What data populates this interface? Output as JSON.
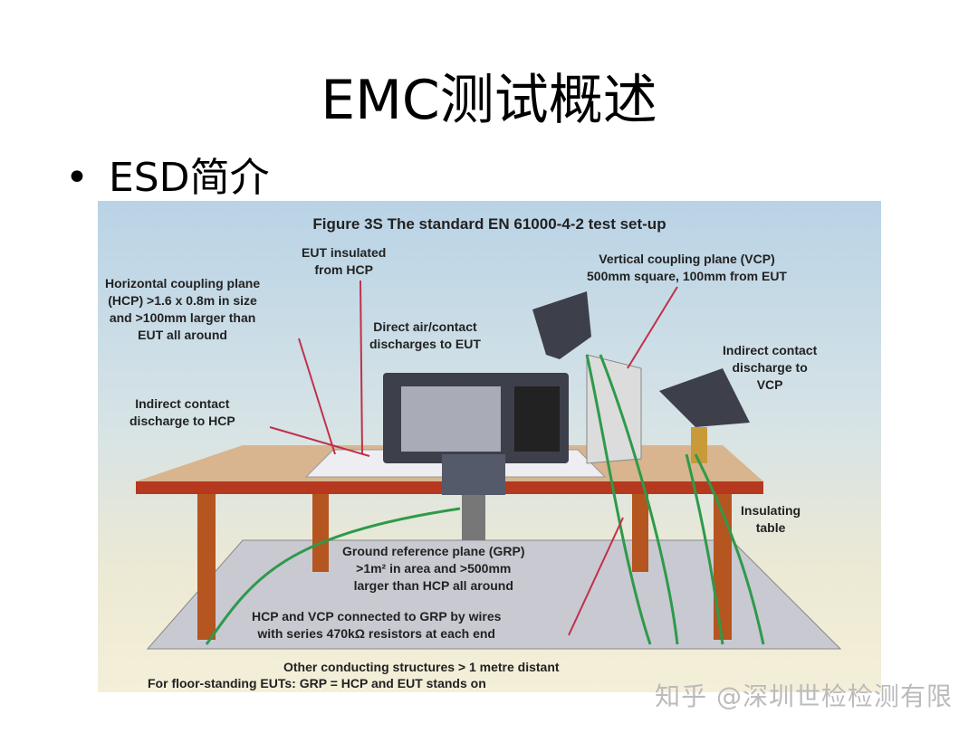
{
  "slide": {
    "title": "EMC测试概述",
    "bullet": "ESD简介"
  },
  "figure": {
    "title": "Figure 3S    The standard EN 61000-4-2 test set-up",
    "labels": {
      "eut_insulated": "EUT insulated\nfrom HCP",
      "hcp": "Horizontal coupling plane\n(HCP) >1.6 x 0.8m in size\nand >100mm larger than\nEUT all around",
      "vcp": "Vertical coupling plane (VCP)\n500mm square, 100mm from EUT",
      "direct": "Direct air/contact\ndischarges to EUT",
      "indirect_vcp": "Indirect contact\ndischarge to\nVCP",
      "indirect_hcp": "Indirect contact\ndischarge to HCP",
      "insulating_table": "Insulating\ntable",
      "grp": "Ground reference plane (GRP)\n>1m² in area and >500mm\nlarger than HCP all around",
      "wires": "HCP and VCP connected to GRP by wires\nwith series 470kΩ resistors at each end",
      "other": "Other conducting structures > 1 metre distant",
      "floor": "For floor-standing EUTs: GRP = HCP and EUT stands on"
    }
  },
  "watermark": "知乎 @深圳世检检测有限",
  "colors": {
    "table_wood": "#b5551f",
    "table_top": "#c0392b",
    "wire": "#2e9a4a",
    "pointer": "#c0304a"
  }
}
